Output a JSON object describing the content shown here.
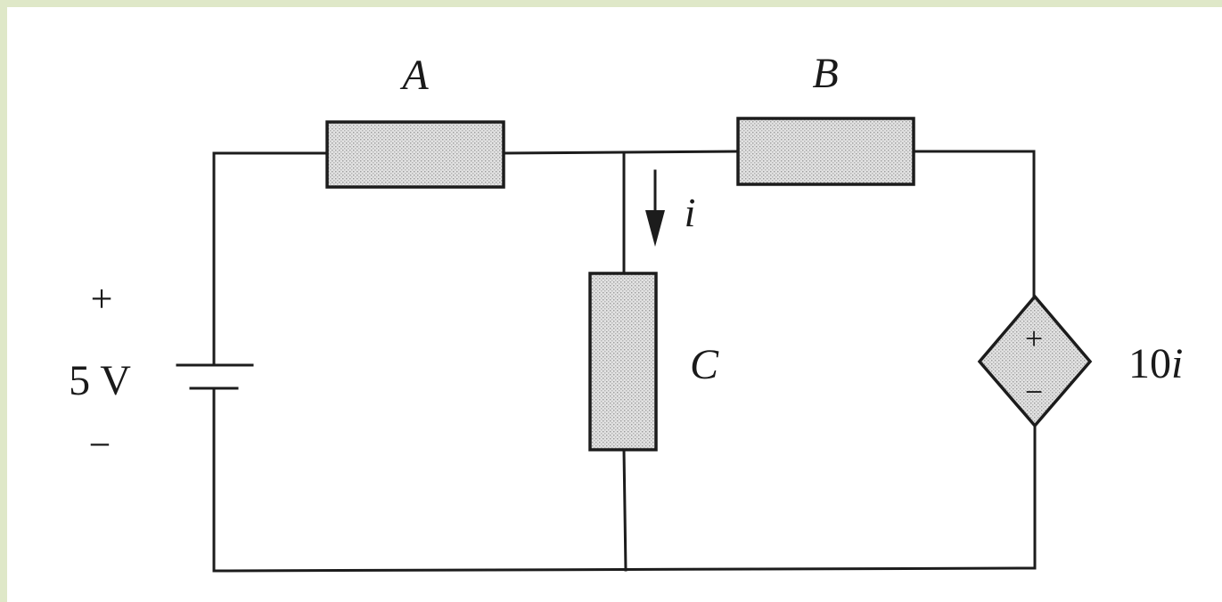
{
  "diagram": {
    "labels": {
      "resistor_a": "A",
      "resistor_b": "B",
      "resistor_c": "C",
      "current": "i",
      "source_plus": "+",
      "source_value": "5 V",
      "source_minus": "−",
      "dep_plus": "+",
      "dep_minus": "−",
      "dep_coef": "10",
      "dep_var": "i"
    },
    "colors": {
      "border": "#dfe8c8",
      "background": "#ffffff",
      "line": "#1c1c1c",
      "resistor_fill": "#dadada"
    }
  }
}
